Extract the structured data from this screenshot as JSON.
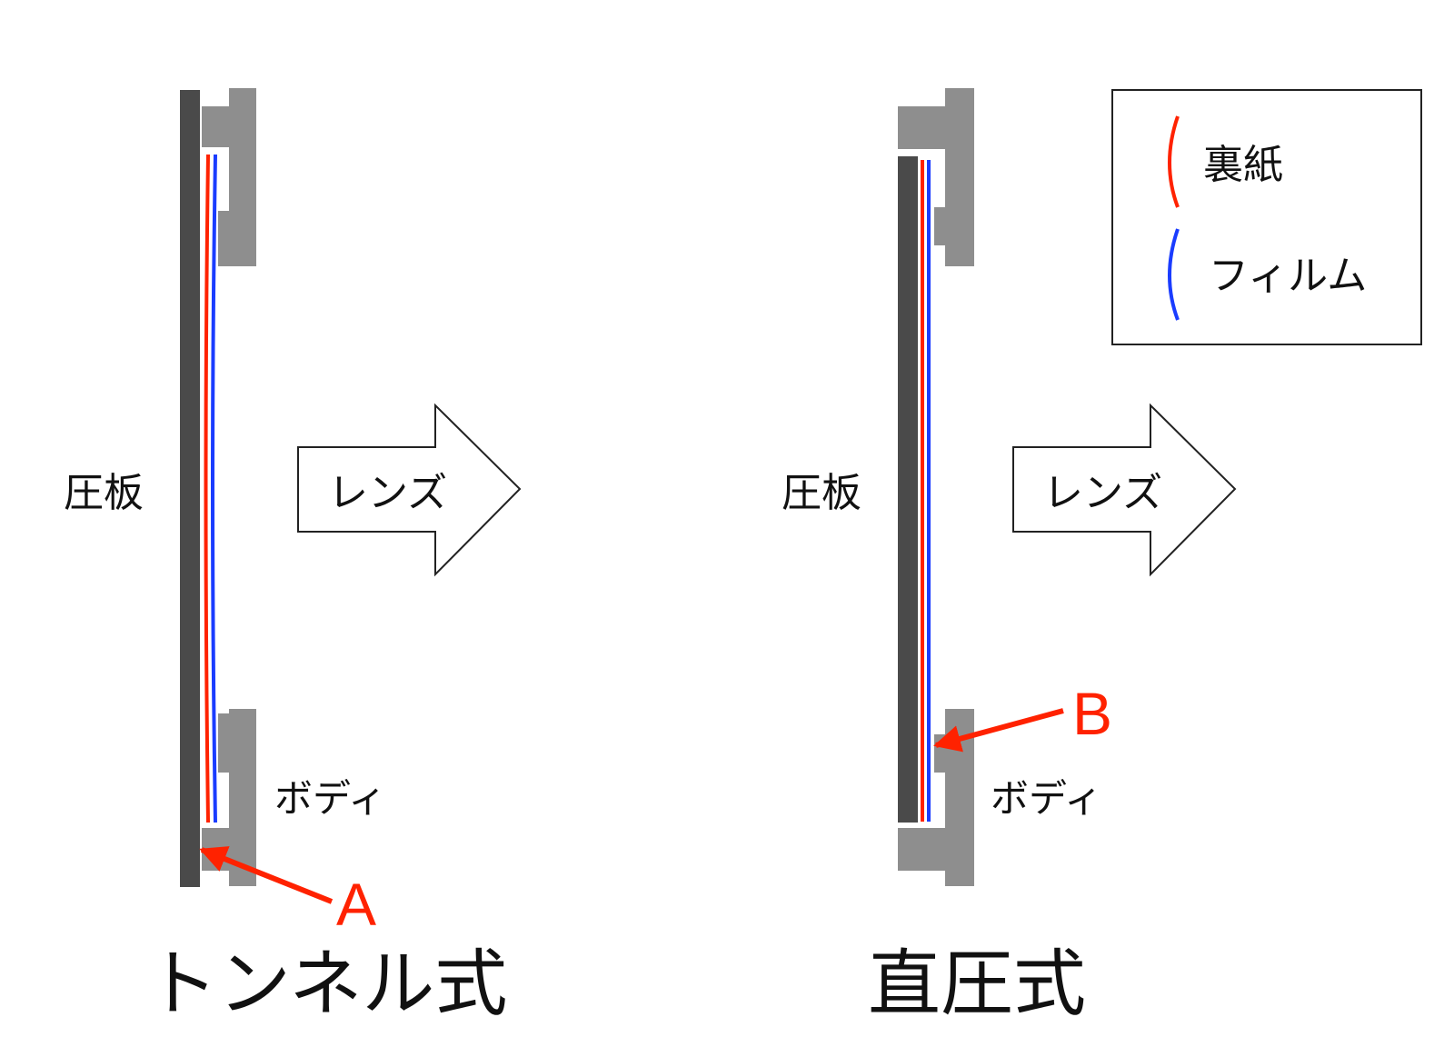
{
  "colors": {
    "pressure_plate": "#4a4a4a",
    "body": "#8e8e8e",
    "backing_paper": "#ff2200",
    "film": "#1a3cff",
    "pointer": "#ff2200",
    "outline": "#222222"
  },
  "left": {
    "title": "トンネル式",
    "plate_label": "圧板",
    "body_label": "ボディ",
    "arrow_label": "レンズ",
    "marker": "A"
  },
  "right": {
    "title": "直圧式",
    "plate_label": "圧板",
    "body_label": "ボディ",
    "arrow_label": "レンズ",
    "marker": "B"
  },
  "legend": {
    "items": [
      {
        "label": "裏紙",
        "color_key": "backing_paper"
      },
      {
        "label": "フィルム",
        "color_key": "film"
      }
    ]
  }
}
